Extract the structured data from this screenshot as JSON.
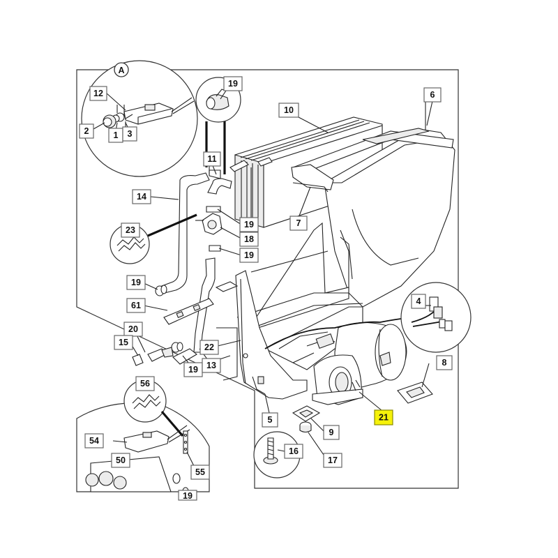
{
  "diagram": {
    "view_marker": "A",
    "labels": [
      {
        "id": "1",
        "text": "1",
        "highlight": false
      },
      {
        "id": "2",
        "text": "2",
        "highlight": false
      },
      {
        "id": "3",
        "text": "3",
        "highlight": false
      },
      {
        "id": "4",
        "text": "4",
        "highlight": false
      },
      {
        "id": "5",
        "text": "5",
        "highlight": false
      },
      {
        "id": "6",
        "text": "6",
        "highlight": false
      },
      {
        "id": "7",
        "text": "7",
        "highlight": false
      },
      {
        "id": "8",
        "text": "8",
        "highlight": false
      },
      {
        "id": "9",
        "text": "9",
        "highlight": false
      },
      {
        "id": "10",
        "text": "10",
        "highlight": false
      },
      {
        "id": "11",
        "text": "11",
        "highlight": false
      },
      {
        "id": "12",
        "text": "12",
        "highlight": false
      },
      {
        "id": "13",
        "text": "13",
        "highlight": false
      },
      {
        "id": "14",
        "text": "14",
        "highlight": false
      },
      {
        "id": "15",
        "text": "15",
        "highlight": false
      },
      {
        "id": "16",
        "text": "16",
        "highlight": false
      },
      {
        "id": "17",
        "text": "17",
        "highlight": false
      },
      {
        "id": "18",
        "text": "18",
        "highlight": false
      },
      {
        "id": "19a",
        "text": "19",
        "highlight": false
      },
      {
        "id": "19b",
        "text": "19",
        "highlight": false
      },
      {
        "id": "19c",
        "text": "19",
        "highlight": false
      },
      {
        "id": "19d",
        "text": "19",
        "highlight": false
      },
      {
        "id": "19e",
        "text": "19",
        "highlight": false
      },
      {
        "id": "19f",
        "text": "19",
        "highlight": false
      },
      {
        "id": "20",
        "text": "20",
        "highlight": false
      },
      {
        "id": "21",
        "text": "21",
        "highlight": true
      },
      {
        "id": "22",
        "text": "22",
        "highlight": false
      },
      {
        "id": "23",
        "text": "23",
        "highlight": false
      },
      {
        "id": "50",
        "text": "50",
        "highlight": false
      },
      {
        "id": "54",
        "text": "54",
        "highlight": false
      },
      {
        "id": "55",
        "text": "55",
        "highlight": false
      },
      {
        "id": "56",
        "text": "56",
        "highlight": false
      },
      {
        "id": "61",
        "text": "61",
        "highlight": false
      }
    ],
    "colors": {
      "highlight": "#f6f20a",
      "label_border": "#666666",
      "line": "#222222"
    }
  }
}
